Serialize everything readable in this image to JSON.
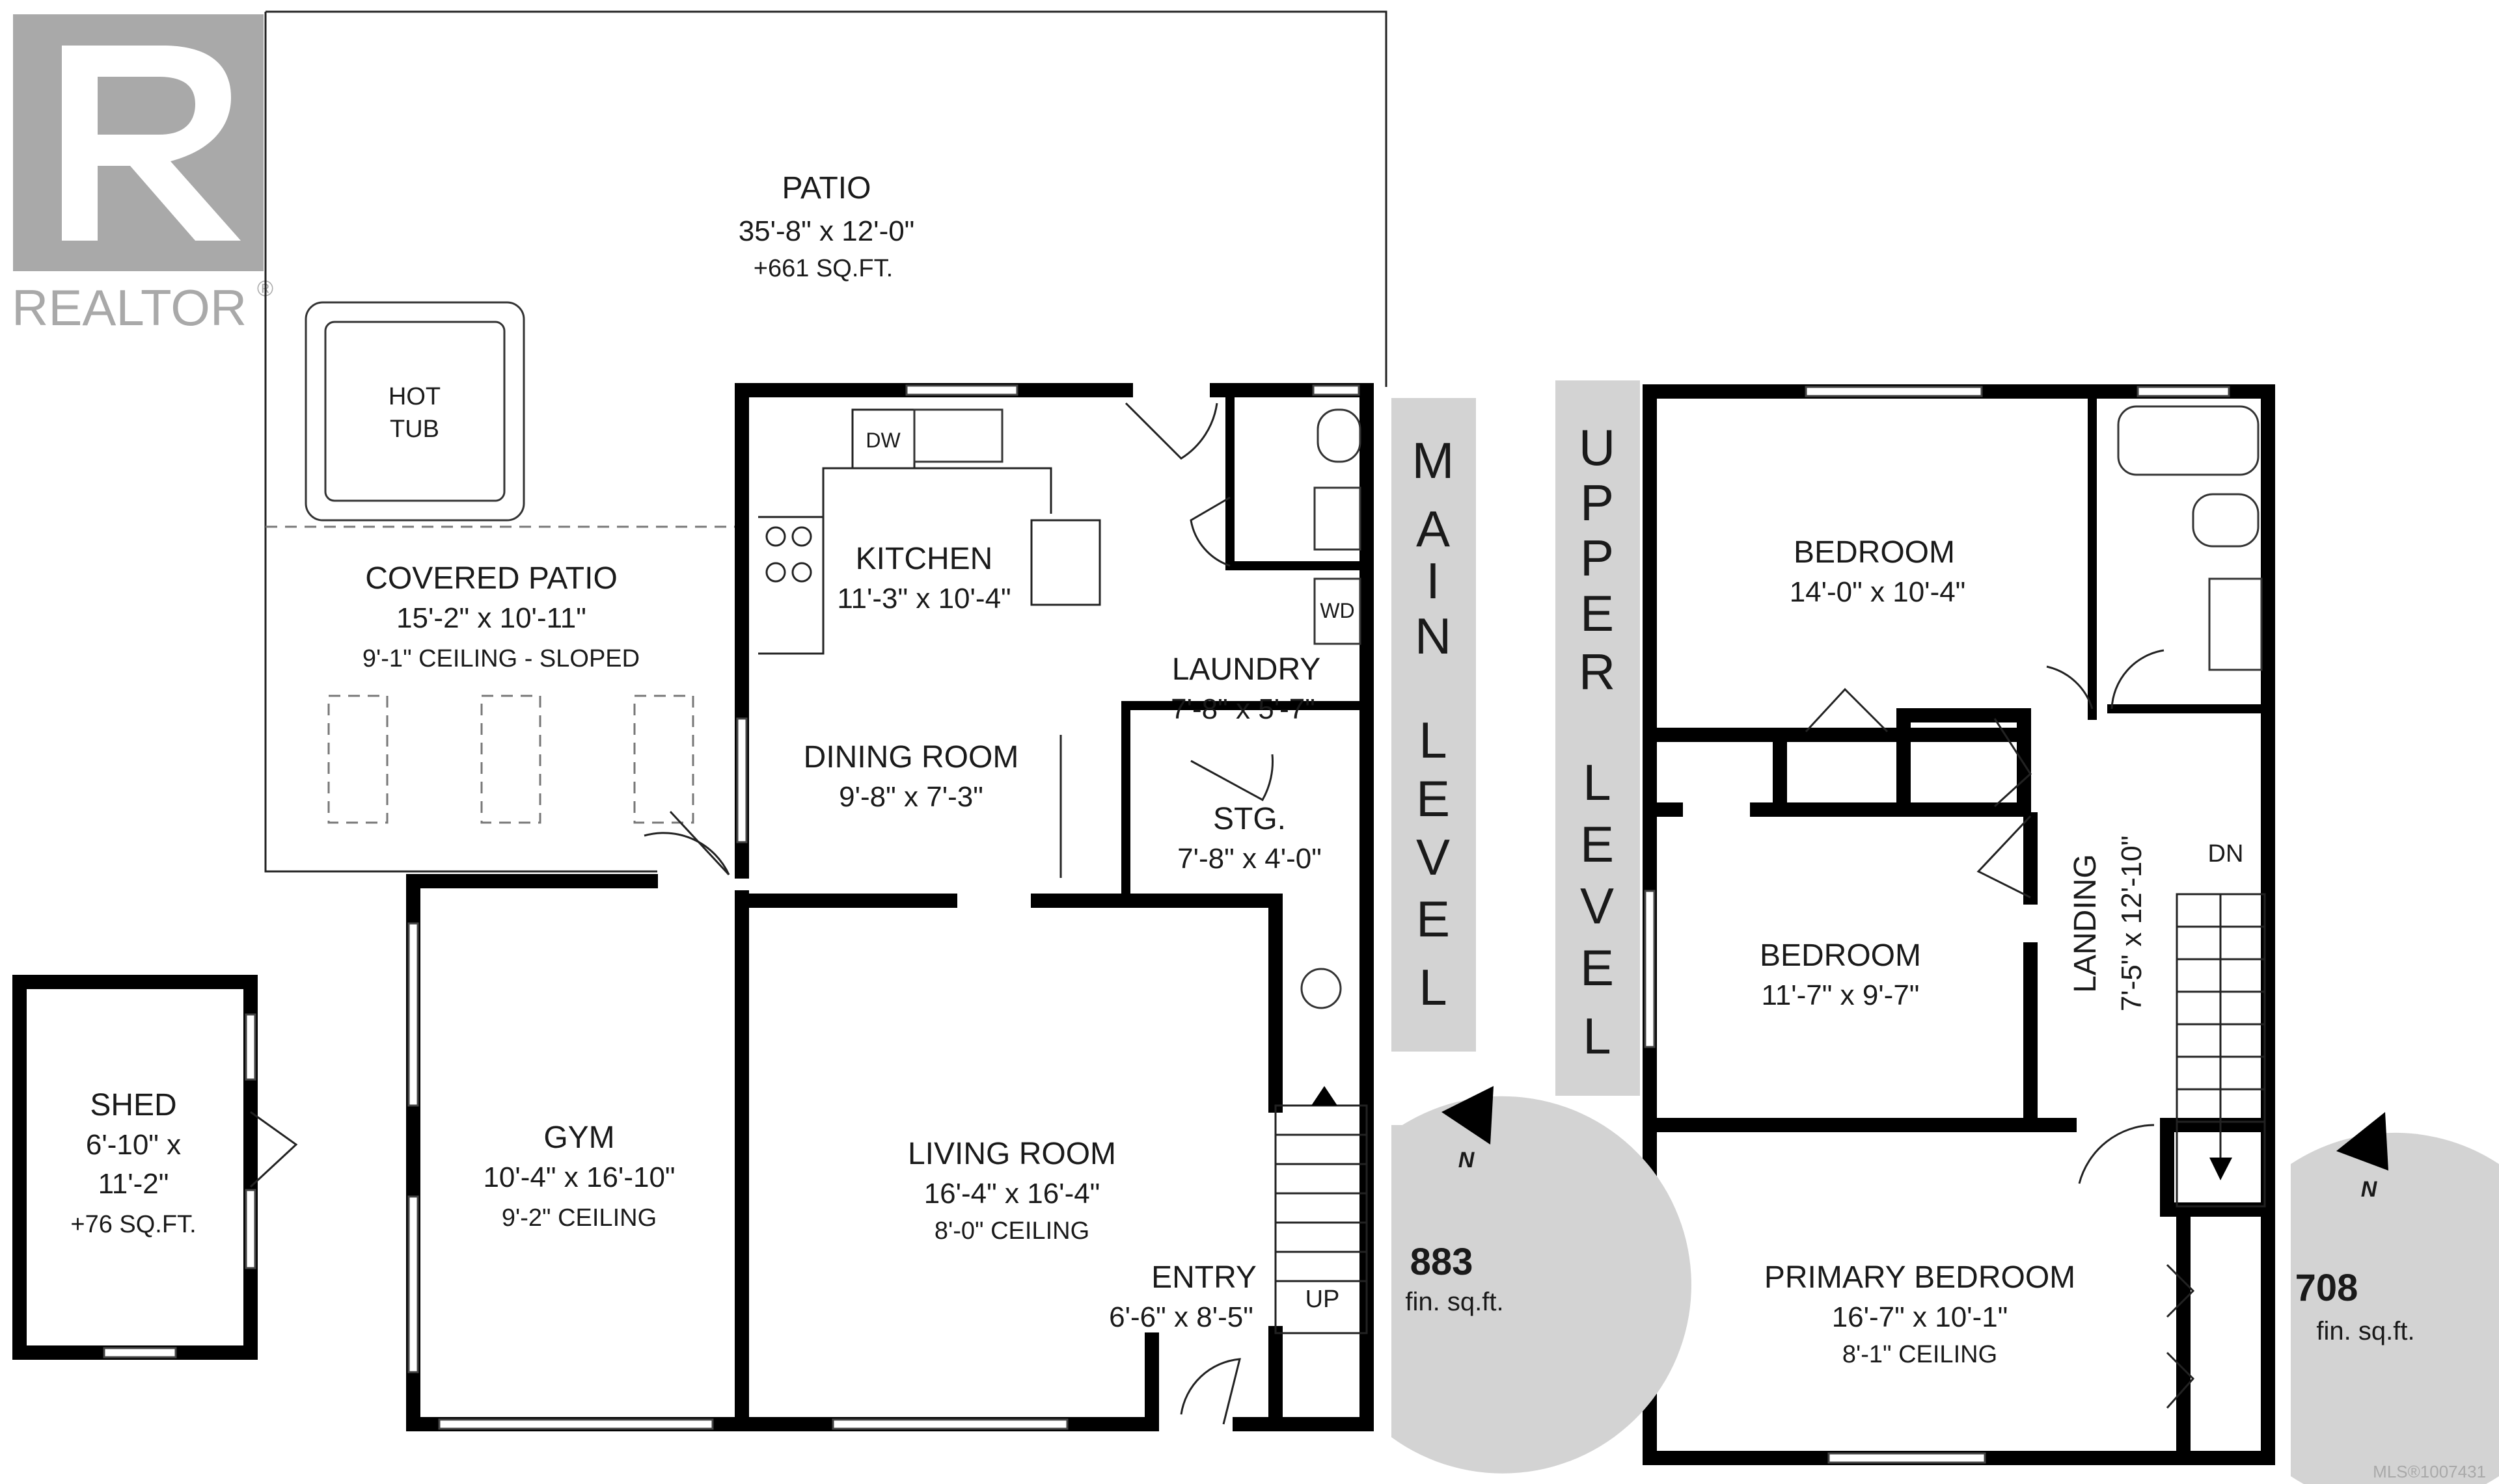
{
  "logo": {
    "text": "REALTOR",
    "registered": "®",
    "color": "#a9a9a9"
  },
  "rooms": {
    "patio": {
      "name": "PATIO",
      "dims": "35'-8\" x 12'-0\"",
      "area": "+661 SQ.FT."
    },
    "hot_tub": {
      "line1": "HOT",
      "line2": "TUB"
    },
    "covered_patio": {
      "name": "COVERED PATIO",
      "dims": "15'-2\" x 10'-11\"",
      "ceiling": "9'-1\" CEILING - SLOPED"
    },
    "kitchen": {
      "name": "KITCHEN",
      "dims": "11'-3\" x 10'-4\""
    },
    "dw": {
      "label": "DW"
    },
    "wd": {
      "label": "WD"
    },
    "laundry": {
      "name": "LAUNDRY",
      "dims": "7'-8\" x 5'-7\""
    },
    "dining": {
      "name": "DINING ROOM",
      "dims": "9'-8\" x 7'-3\""
    },
    "storage": {
      "name": "STG.",
      "dims": "7'-8\" x 4'-0\""
    },
    "gym": {
      "name": "GYM",
      "dims": "10'-4\" x 16'-10\"",
      "ceiling": "9'-2\" CEILING"
    },
    "living": {
      "name": "LIVING ROOM",
      "dims": "16'-4\" x 16'-4\"",
      "ceiling": "8'-0\" CEILING"
    },
    "entry": {
      "name": "ENTRY",
      "dims": "6'-6\" x 8'-5\""
    },
    "stairs_up": {
      "label": "UP"
    },
    "shed": {
      "name": "SHED",
      "dims1": "6'-10\" x",
      "dims2": "11'-2\"",
      "area": "+76 SQ.FT."
    },
    "bedroom1": {
      "name": "BEDROOM",
      "dims": "14'-0\" x 10'-4\""
    },
    "bedroom2": {
      "name": "BEDROOM",
      "dims": "11'-7\" x 9'-7\""
    },
    "landing": {
      "name": "LANDING",
      "dims": "7'-5\" x 12'-10\""
    },
    "stairs_down": {
      "label": "DN"
    },
    "primary": {
      "name": "PRIMARY BEDROOM",
      "dims": "16'-7\" x 10'-1\"",
      "ceiling": "8'-1\" CEILING"
    }
  },
  "levels": {
    "main": {
      "letters": [
        "M",
        "A",
        "I",
        "N",
        "L",
        "E",
        "V",
        "E",
        "L"
      ],
      "sqft": "883",
      "unit": "fin. sq.ft.",
      "north": "N"
    },
    "upper": {
      "letters": [
        "U",
        "P",
        "P",
        "E",
        "R",
        "L",
        "E",
        "V",
        "E",
        "L"
      ],
      "sqft": "708",
      "unit": "fin. sq.ft.",
      "north": "N"
    }
  },
  "listing": {
    "mls": "MLS®1007431"
  },
  "colors": {
    "band": "#d3d3d3",
    "compass": "#d3d3d3",
    "wall": "#000000"
  }
}
